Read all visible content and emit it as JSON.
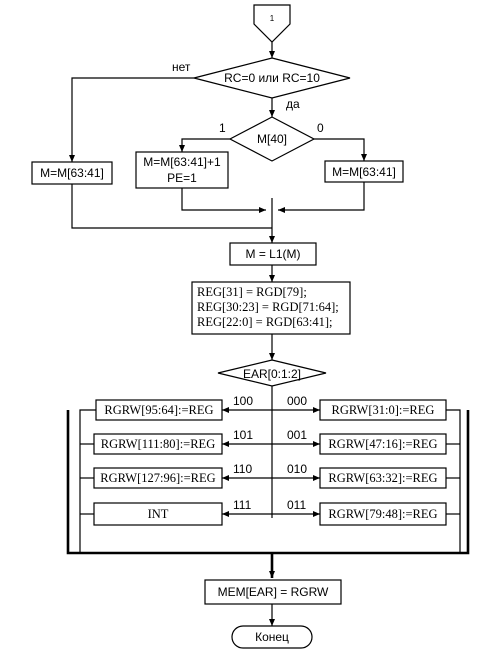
{
  "connector": "1",
  "decision_rc": {
    "text": "RC=0 или RC=10",
    "no": "нет",
    "yes": "да"
  },
  "decision_m40": {
    "text": "M[40]",
    "one": "1",
    "zero": "0"
  },
  "box_left": "M=M[63:41]",
  "box_middle": {
    "line1": "M=M[63:41]+1",
    "line2": "PE=1"
  },
  "box_right": "M=M[63:41]",
  "box_l1": "M = L1(M)",
  "reg_box": [
    "REG[31] = RGD[79];",
    "REG[30:23] = RGD[71:64];",
    "REG[22:0]   = RGD[63:41];"
  ],
  "decision_ear": "EAR[0:1:2]",
  "left_cases": [
    {
      "code": "100",
      "action": "RGRW[95:64]:=REG"
    },
    {
      "code": "101",
      "action": "RGRW[111:80]:=REG"
    },
    {
      "code": "110",
      "action": "RGRW[127:96]:=REG"
    },
    {
      "code": "111",
      "action": "INT"
    }
  ],
  "right_cases": [
    {
      "code": "000",
      "action": "RGRW[31:0]:=REG"
    },
    {
      "code": "001",
      "action": "RGRW[47:16]:=REG"
    },
    {
      "code": "010",
      "action": "RGRW[63:32]:=REG"
    },
    {
      "code": "011",
      "action": "RGRW[79:48]:=REG"
    }
  ],
  "box_mem": "MEM[EAR] = RGRW",
  "terminator": "Конец"
}
